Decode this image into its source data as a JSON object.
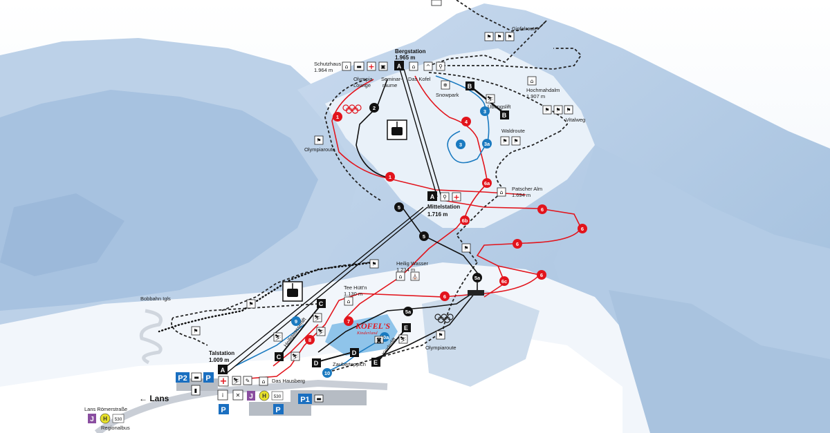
{
  "colors": {
    "red": "#e2141c",
    "blue": "#1a7ac0",
    "black": "#111111",
    "parking": "#1a6fc0",
    "purple": "#8a4ea0",
    "yellow": "#e6e02a"
  },
  "stations": {
    "bergstation": {
      "name": "Bergstation",
      "alt": "1.965 m"
    },
    "mittelstation": {
      "name": "Mittelstation",
      "alt": "1.716 m"
    },
    "talstation": {
      "name": "Talstation",
      "alt": "1.009 m"
    }
  },
  "huts": {
    "schutzhaus": {
      "name": "Schutzhaus",
      "alt": "1.964 m"
    },
    "hochmahdalm": {
      "name": "Hochmahdalm",
      "alt": "1.907 m"
    },
    "patscher_alm": {
      "name": "Patscher Alm",
      "alt": "1.694 m"
    },
    "heilig_wasser": {
      "name": "Heilig Wasser",
      "alt": "1.234 m"
    },
    "tee_huettn": {
      "name": "Tee Hütt'n",
      "alt": "1.130 m"
    }
  },
  "labels": {
    "gipfelroute": "Gipfelroute",
    "olympia_lounge_1": "Olympia",
    "olympia_lounge_2": "Lounge",
    "seminar_1": "Seminar-",
    "seminar_2": "räume",
    "das_kofel": "Das Kofel",
    "snowpark": "Snowpark",
    "uebungslift": "Übungslift",
    "vitalweg": "Vitalweg",
    "waldroute": "Waldroute",
    "olympiaroute_top": "Olympiaroute",
    "olympiaroute_bottom": "Olympiaroute",
    "bobbahn": "Bobbahn Igls",
    "heiligwasserlift": "Heiligwasserlift",
    "kinderlift": "Kinderlift",
    "zauberteppich": "Zauberteppich",
    "das_hausberg": "Das Hausberg",
    "kofels_1": "KOFEL'S",
    "kofels_2": "Kinderland",
    "lans": "← Lans",
    "lans_roemerstrasse": "Lans Römerstraße",
    "regionalbus": "Regionalbus",
    "bus_530_a": "530",
    "bus_530_b": "530",
    "p1": "P1",
    "p2": "P2",
    "p": "P",
    "j": "J",
    "h": "H"
  },
  "lifts": [
    "A",
    "A",
    "A",
    "B",
    "B",
    "C",
    "C",
    "D",
    "D",
    "E",
    "E"
  ],
  "runs": {
    "r1a": "1",
    "r1b": "1",
    "r2": "2",
    "r3a": "3",
    "r3b": "3",
    "r3a_s": "3a",
    "r4": "4",
    "r5a": "5",
    "r5b": "5",
    "r5a_s": "5a",
    "r5a_low": "5a",
    "r6a": "6a",
    "r6b": "6b",
    "r6c": "6c",
    "r6_1": "6",
    "r6_2": "6",
    "r6_3": "6",
    "r6_4": "6",
    "r6_5": "6",
    "r7": "7",
    "r8": "8",
    "r9": "9",
    "r10": "10",
    "r10a": "10a"
  }
}
